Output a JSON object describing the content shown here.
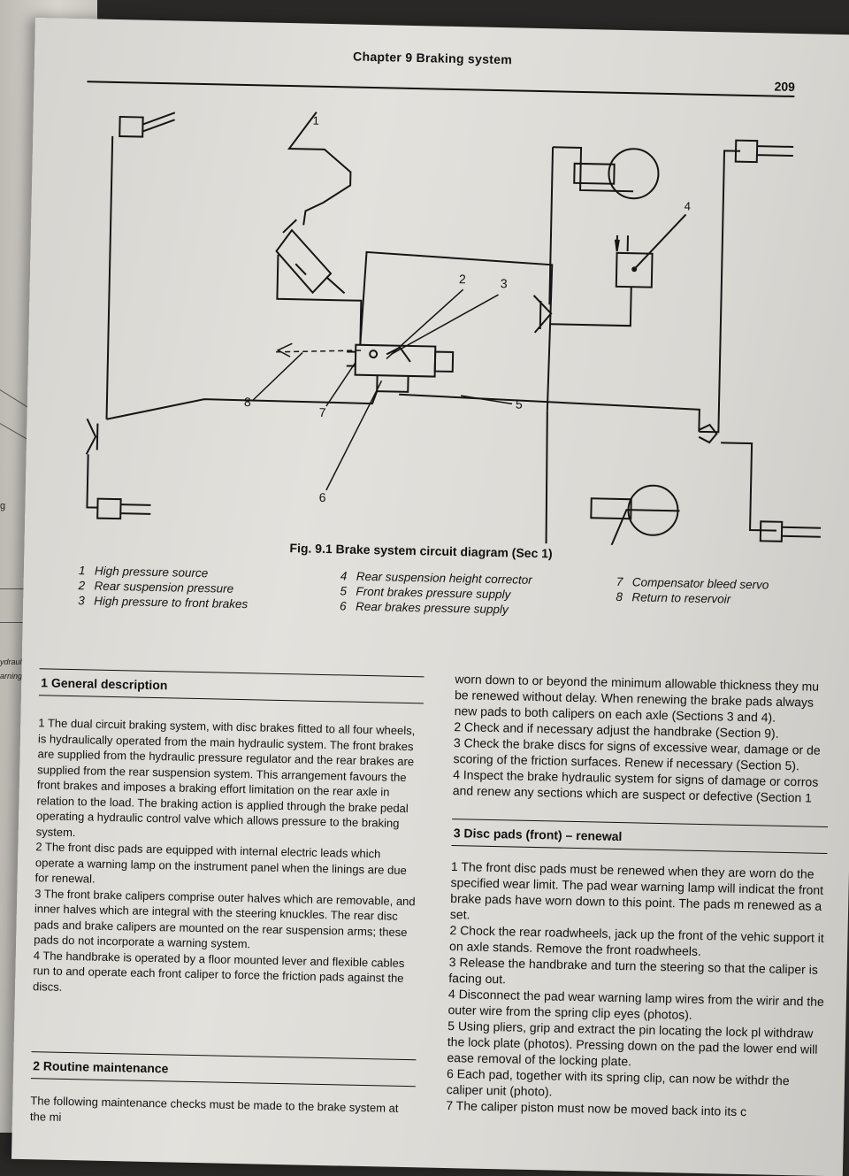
{
  "header": {
    "chapter_title": "Chapter 9 Braking system",
    "page_number": "209"
  },
  "figure": {
    "caption": "Fig. 9.1 Brake system circuit diagram (Sec 1)",
    "callouts": [
      "1",
      "2",
      "3",
      "4",
      "5",
      "6",
      "7",
      "8"
    ],
    "legend": [
      {
        "num": "1",
        "text": "High pressure source"
      },
      {
        "num": "2",
        "text": "Rear suspension pressure"
      },
      {
        "num": "3",
        "text": "High pressure to front brakes"
      },
      {
        "num": "4",
        "text": "Rear suspension height corrector"
      },
      {
        "num": "5",
        "text": "Front brakes pressure supply"
      },
      {
        "num": "6",
        "text": "Rear brakes pressure supply"
      },
      {
        "num": "7",
        "text": "Compensator bleed servo"
      },
      {
        "num": "8",
        "text": "Return to reservoir"
      }
    ]
  },
  "left_page": {
    "fragment_g": "g",
    "fragment_a": "ydraulic",
    "fragment_b": "arning"
  },
  "left_column": {
    "section1_heading": "1 General description",
    "section1_paras": [
      "1 The dual circuit braking system, with disc brakes fitted to all four wheels, is hydraulically operated from the main hydraulic system. The front brakes are supplied from the hydraulic pressure regulator and the rear brakes are supplied from the rear suspension system. This arrangement favours the front brakes and imposes a braking effort limitation on the rear axle in relation to the load. The braking action is applied through the brake pedal operating a hydraulic control valve which allows pressure to the braking system.",
      "2 The front disc pads are equipped with internal electric leads which operate a warning lamp on the instrument panel when the linings are due for renewal.",
      "3 The front brake calipers comprise outer halves which are removable, and inner halves which are integral with the steering knuckles. The rear disc pads and brake calipers are mounted on the rear suspension arms; these pads do not incorporate a warning system.",
      "4 The handbrake is operated by a floor mounted lever and flexible cables run to and operate each front caliper to force the friction pads against the discs."
    ],
    "section2_heading": "2 Routine maintenance",
    "section2_para": "The following maintenance checks must be made to the brake system at the mi"
  },
  "right_column": {
    "intro_paras": [
      "worn down to or beyond the minimum allowable thickness they mu be renewed without delay. When renewing the brake pads always new pads to both calipers on each axle (Sections 3 and 4).",
      "2 Check and if necessary adjust the handbrake (Section 9).",
      "3 Check the brake discs for signs of excessive wear, damage or de scoring of the friction surfaces. Renew if necessary (Section 5).",
      "4 Inspect the brake hydraulic system for signs of damage or corros and renew any sections which are suspect or defective (Section 1"
    ],
    "section3_heading": "3 Disc pads (front) – renewal",
    "section3_paras": [
      "1 The front disc pads must be renewed when they are worn do the specified wear limit. The pad wear warning lamp will indicat the front brake pads have worn down to this point. The pads m renewed as a set.",
      "2 Chock the rear roadwheels, jack up the front of the vehic support it on axle stands. Remove the front roadwheels.",
      "3 Release the handbrake and turn the steering so that the caliper is facing out.",
      "4 Disconnect the pad wear warning lamp wires from the wirir and the outer wire from the spring clip eyes (photos).",
      "5 Using pliers, grip and extract the pin locating the lock pl withdraw the lock plate (photos). Pressing down on the pad the lower end will ease removal of the locking plate.",
      "6 Each pad, together with its spring clip, can now be withdr the caliper unit (photo).",
      "7 The caliper piston must now be moved back into its c"
    ]
  }
}
